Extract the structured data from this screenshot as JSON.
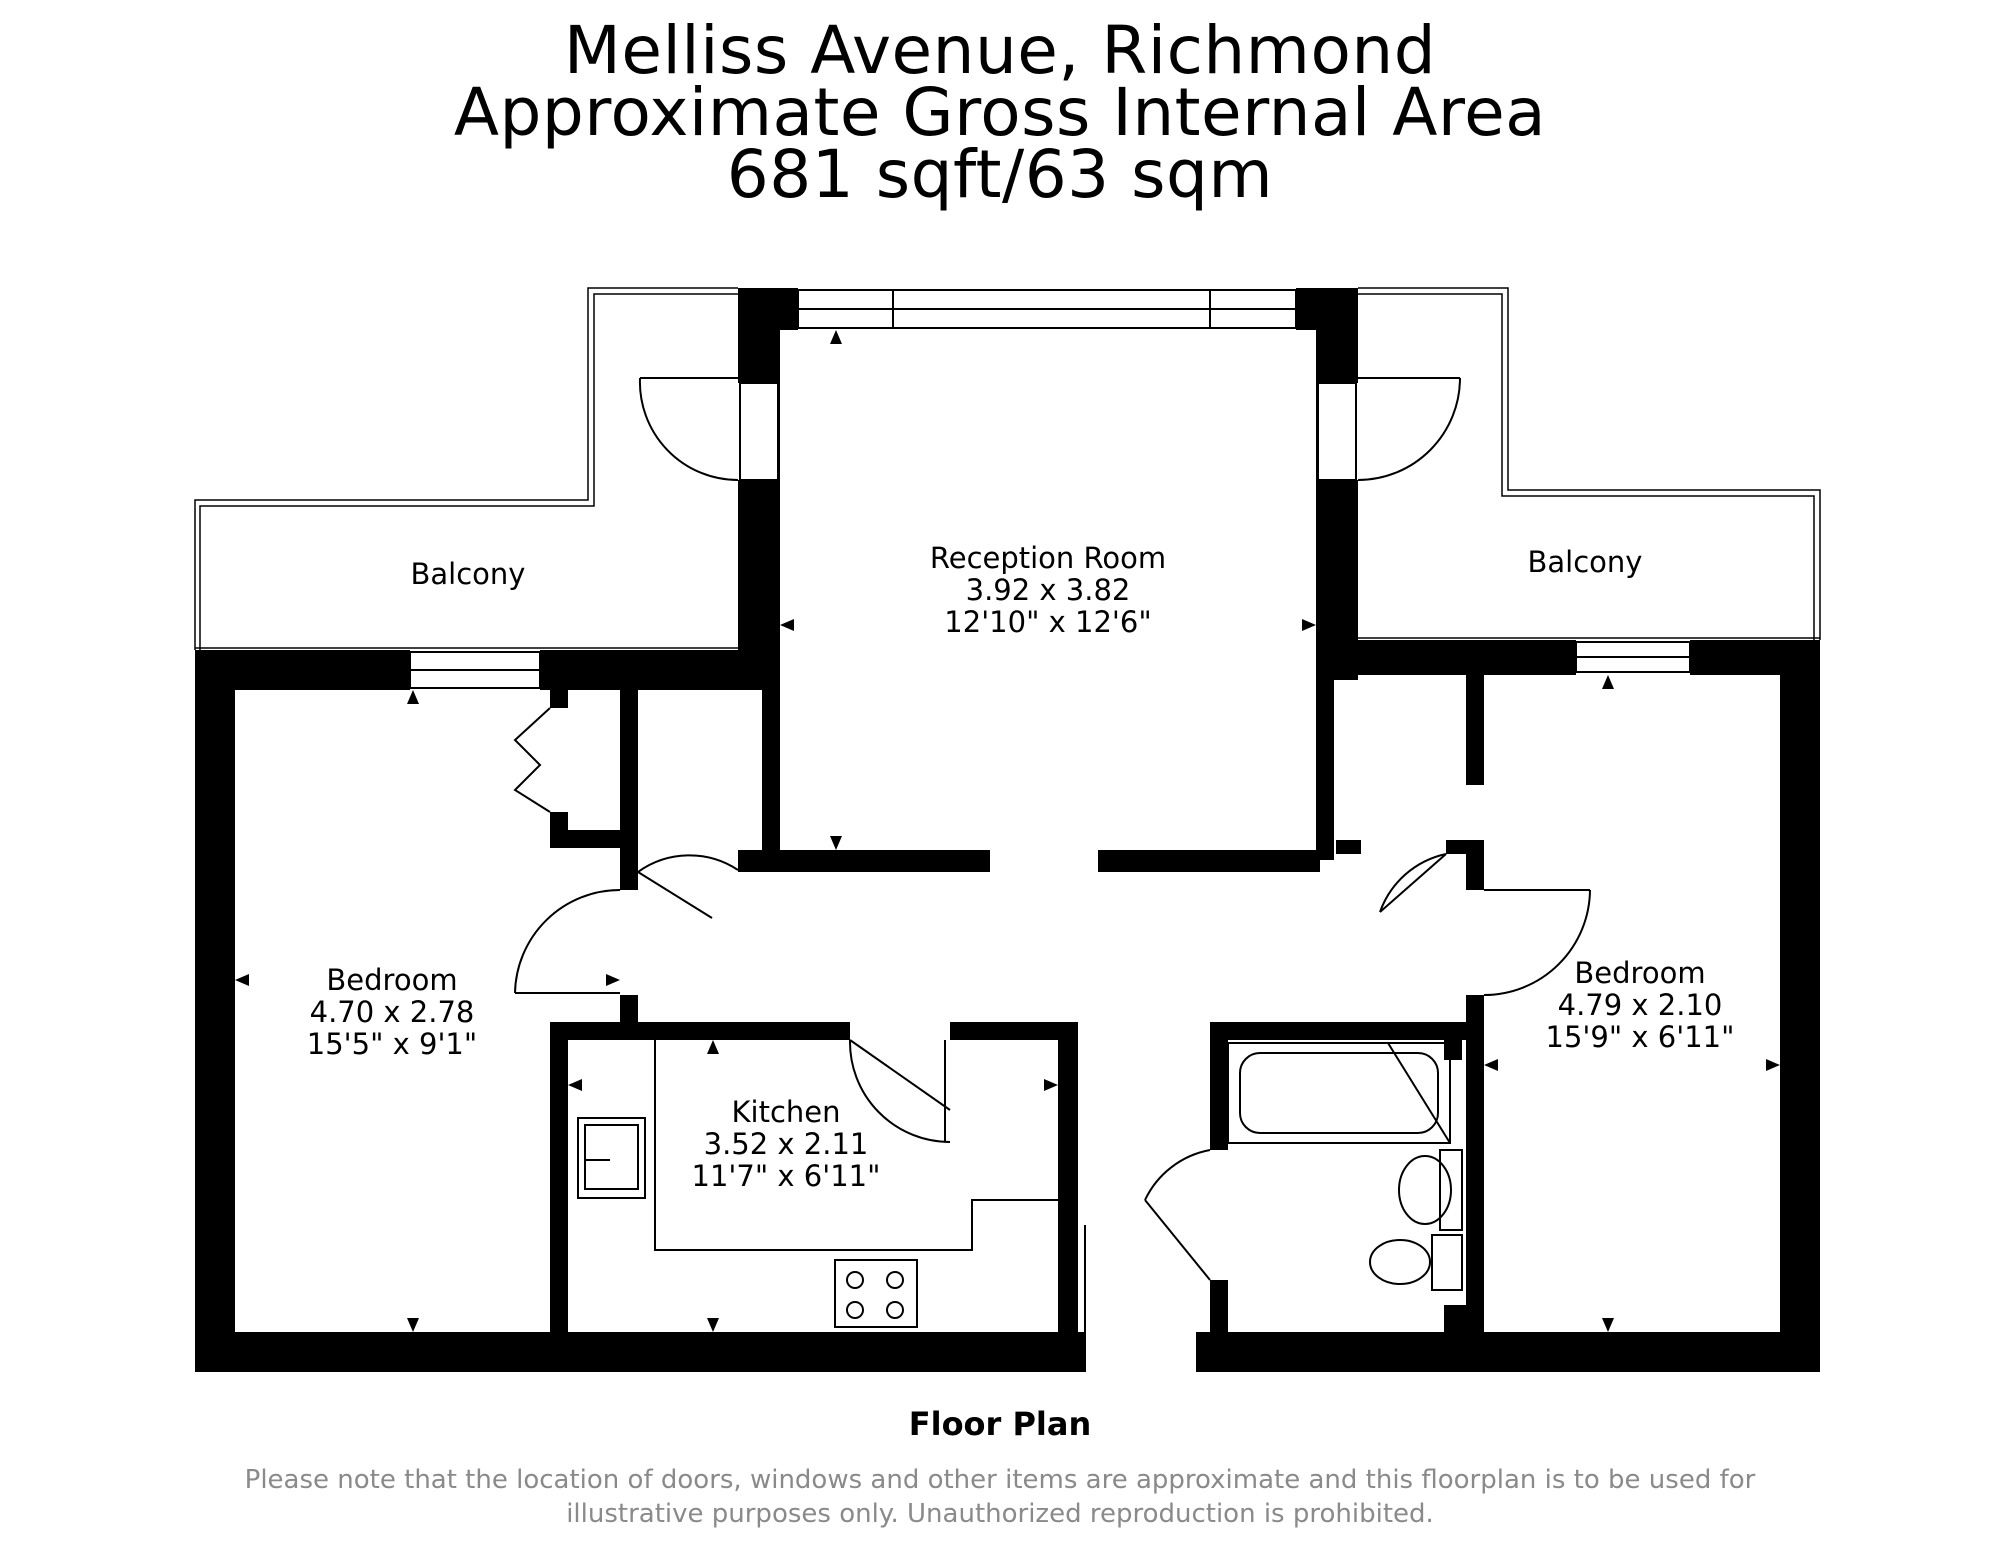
{
  "header": {
    "title": "Melliss Avenue, Richmond",
    "subtitle": "Approximate Gross Internal Area",
    "area": "681 sqft/63 sqm"
  },
  "rooms": {
    "reception": {
      "name": "Reception Room",
      "metric": "3.92 x 3.82",
      "imperial": "12'10\" x 12'6\""
    },
    "balcony_left": {
      "name": "Balcony"
    },
    "balcony_right": {
      "name": "Balcony"
    },
    "bedroom_left": {
      "name": "Bedroom",
      "metric": "4.70 x 2.78",
      "imperial": "15'5\" x 9'1\""
    },
    "kitchen": {
      "name": "Kitchen",
      "metric": "3.52 x 2.11",
      "imperial": "11'7\" x 6'11\""
    },
    "bedroom_right": {
      "name": "Bedroom",
      "metric": "4.79 x 2.10",
      "imperial": "15'9\" x 6'11\""
    }
  },
  "footer": {
    "plan_label": "Floor Plan",
    "disclaimer": "Please note that the location of doors, windows and other items are approximate and this floorplan is to be used for illustrative purposes only. Unauthorized reproduction is prohibited."
  }
}
